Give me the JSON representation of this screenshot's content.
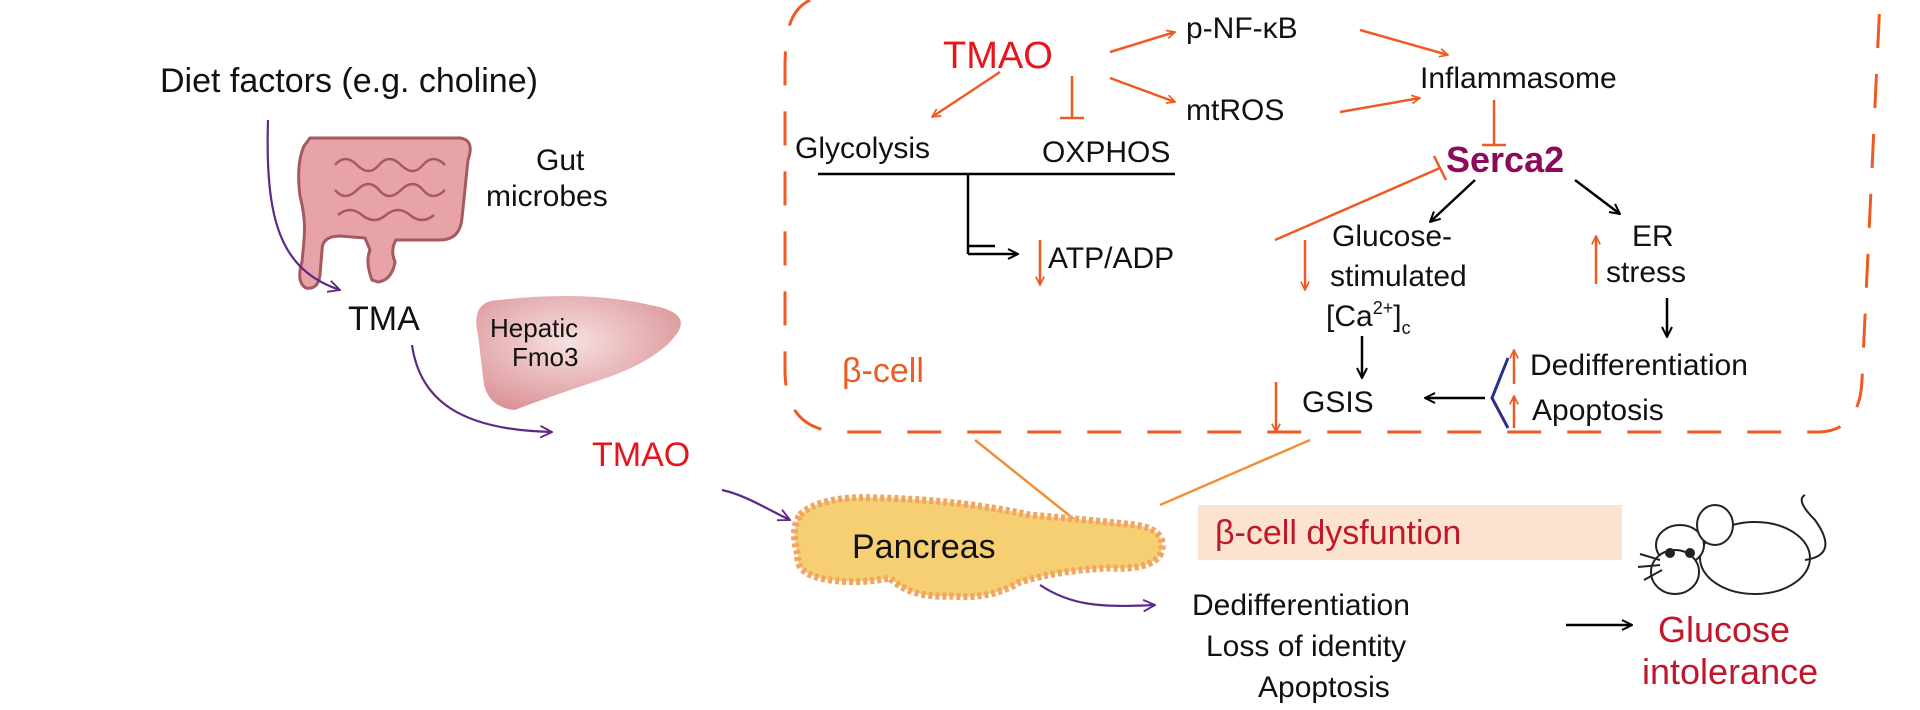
{
  "labels": {
    "diet": "Diet factors (e.g. choline)",
    "gut_line1": "Gut",
    "gut_line2": "microbes",
    "tma": "TMA",
    "hepatic_line1": "Hepatic",
    "hepatic_line2": "Fmo3",
    "tmao_left": "TMAO",
    "pancreas": "Pancreas",
    "tmao_top": "TMAO",
    "pnfkb": "p-NF-κB",
    "mtros": "mtROS",
    "inflammasome": "Inflammasome",
    "glycolysis": "Glycolysis",
    "oxphos": "OXPHOS",
    "atpadp": "ATP/ADP",
    "serca2": "Serca2",
    "gs_line1": "Glucose-",
    "gs_line2": "stimulated",
    "ca_text": "[Ca",
    "ca_sup": "2+",
    "ca_close": "]",
    "ca_sub": "c",
    "er_line1": "ER",
    "er_line2": "stress",
    "dediff_inner": "Dedifferentiation",
    "apoptosis_inner": "Apoptosis",
    "gsis": "GSIS",
    "beta_cell": "β-cell",
    "dysfunction": "β-cell dysfuntion",
    "out_line1": "Dedifferentiation",
    "out_line2": "Loss of identity",
    "out_line3": "Apoptosis",
    "gi_line1": "Glucose",
    "gi_line2": "intolerance"
  },
  "colors": {
    "red": "#e8141c",
    "orange": "#ee5a24",
    "purple_arrow": "#5b2a86",
    "serca": "#8b0a5a",
    "dark_red": "#c0182a",
    "pancreas_fill": "#f6cf72",
    "pancreas_edge": "#f2a561",
    "dysfunction_bg": "#fbe3d0",
    "liver": "#e3a3a6",
    "gut": "#e7a3a8"
  },
  "icons": [
    "intestine-icon",
    "liver-icon",
    "pancreas-icon",
    "mouse-icon"
  ]
}
